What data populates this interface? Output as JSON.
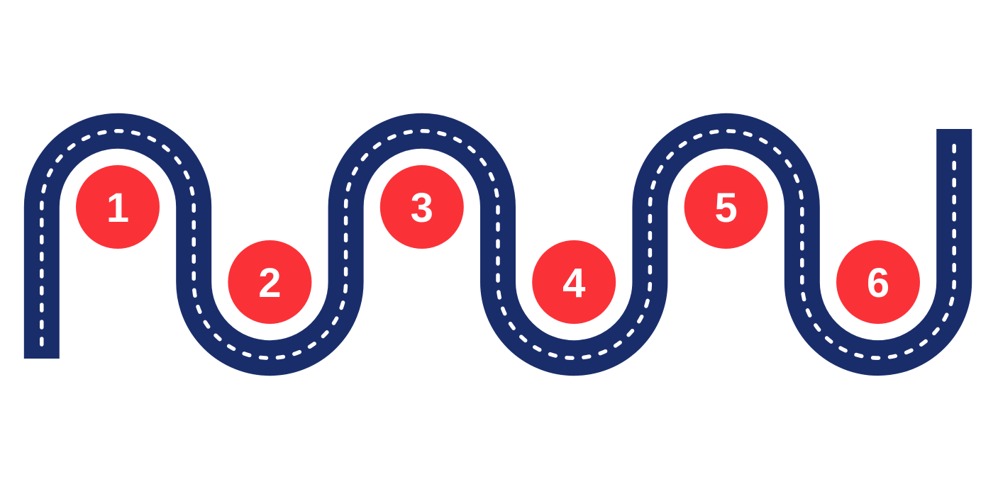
{
  "graphic": {
    "name": "roadmap-journey",
    "type": "winding-road-timeline",
    "step_count": 6,
    "milestones": [
      {
        "label": "1",
        "position": "top"
      },
      {
        "label": "2",
        "position": "bottom"
      },
      {
        "label": "3",
        "position": "top"
      },
      {
        "label": "4",
        "position": "bottom"
      },
      {
        "label": "5",
        "position": "top"
      },
      {
        "label": "6",
        "position": "bottom"
      }
    ]
  },
  "colors": {
    "background": "#ffffff",
    "road": "#1a2d6b",
    "centerline": "#ffffff",
    "marker": "#fa3238",
    "label": "#ffffff"
  }
}
